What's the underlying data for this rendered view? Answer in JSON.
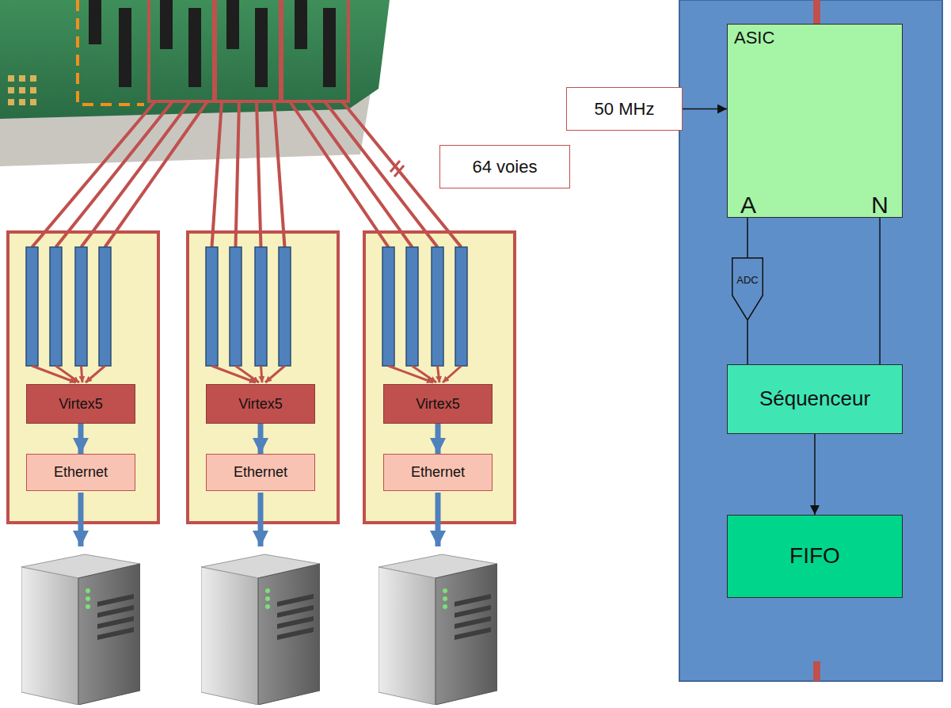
{
  "diagram": {
    "nodes": [
      {
        "text": [
          "Virtex5"
        ]
      },
      {
        "text": [
          "Ethernet"
        ]
      },
      {
        "text": [
          "Virtex5"
        ]
      },
      {
        "text": [
          "Ethernet"
        ]
      },
      {
        "text": [
          "Virtex5"
        ]
      },
      {
        "text": [
          "Ethernet"
        ]
      },
      {
        "text": [
          "64 voies"
        ]
      },
      {
        "text": [
          "50 MHz"
        ]
      },
      {
        "text": [
          "ASIC",
          "A",
          "N"
        ]
      },
      {
        "text": [
          "ADC"
        ]
      },
      {
        "text": [
          "Séquenceur"
        ]
      },
      {
        "text": [
          "FIFO"
        ]
      }
    ],
    "edges": [
      {
        "from": 0,
        "to": 1,
        "arrow": "to"
      },
      {
        "from": 2,
        "to": 3,
        "arrow": "to"
      },
      {
        "from": 4,
        "to": 5,
        "arrow": "to"
      },
      {
        "from": 7,
        "to": 8,
        "arrow": "to"
      },
      {
        "from": 8,
        "to": 9,
        "arrow": "none"
      },
      {
        "from": 9,
        "to": 10,
        "arrow": "none"
      },
      {
        "from": 8,
        "to": 10,
        "arrow": "none"
      },
      {
        "from": 10,
        "to": 11,
        "arrow": "to"
      }
    ]
  }
}
